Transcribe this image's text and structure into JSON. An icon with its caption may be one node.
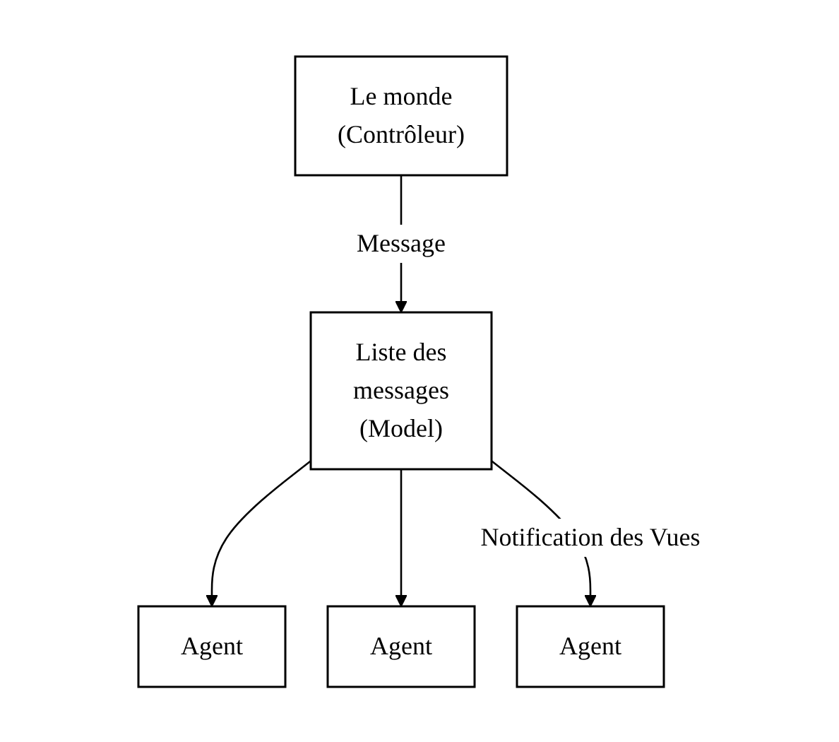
{
  "diagram": {
    "nodes": [
      {
        "text": [
          "Le monde (Contrôleur)"
        ]
      },
      {
        "text": [
          "Liste des messages (Model)"
        ]
      },
      {
        "text": [
          "Agent"
        ]
      },
      {
        "text": [
          "Agent"
        ]
      },
      {
        "text": [
          "Agent"
        ]
      }
    ],
    "edges": [
      {
        "from": 0,
        "to": 1,
        "arrow": "to",
        "label": "Message"
      },
      {
        "from": 1,
        "to": 2,
        "arrow": "to"
      },
      {
        "from": 1,
        "to": 3,
        "arrow": "to"
      },
      {
        "from": 1,
        "to": 4,
        "arrow": "to",
        "label": "Notification des Vues"
      }
    ]
  }
}
